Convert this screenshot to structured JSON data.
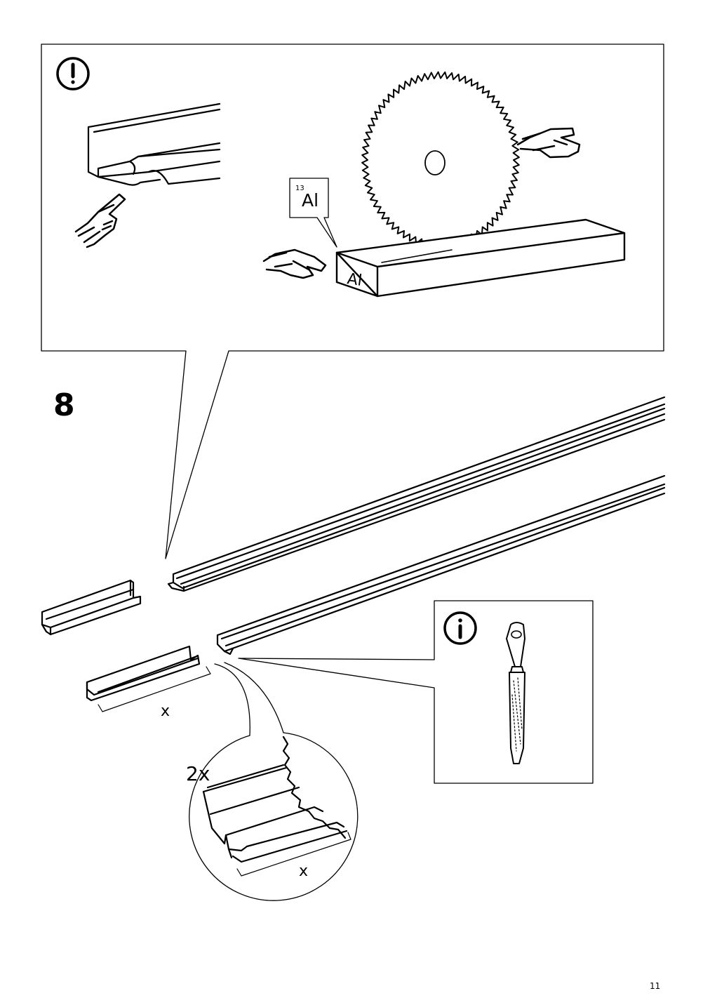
{
  "step": {
    "number": "8"
  },
  "warning_panel": {
    "icon": "exclamation-circle-icon",
    "material_label": {
      "superscript": "13",
      "symbol": "Al"
    },
    "profile_marking": "Al"
  },
  "info_panel": {
    "icon": "info-circle-icon",
    "tool": "file-icon"
  },
  "cut_piece": {
    "length_label": "x"
  },
  "detail": {
    "quantity_label": "2x",
    "length_label": "x"
  },
  "page": {
    "number": "11"
  },
  "colors": {
    "ink": "#000000",
    "paper": "#ffffff"
  }
}
